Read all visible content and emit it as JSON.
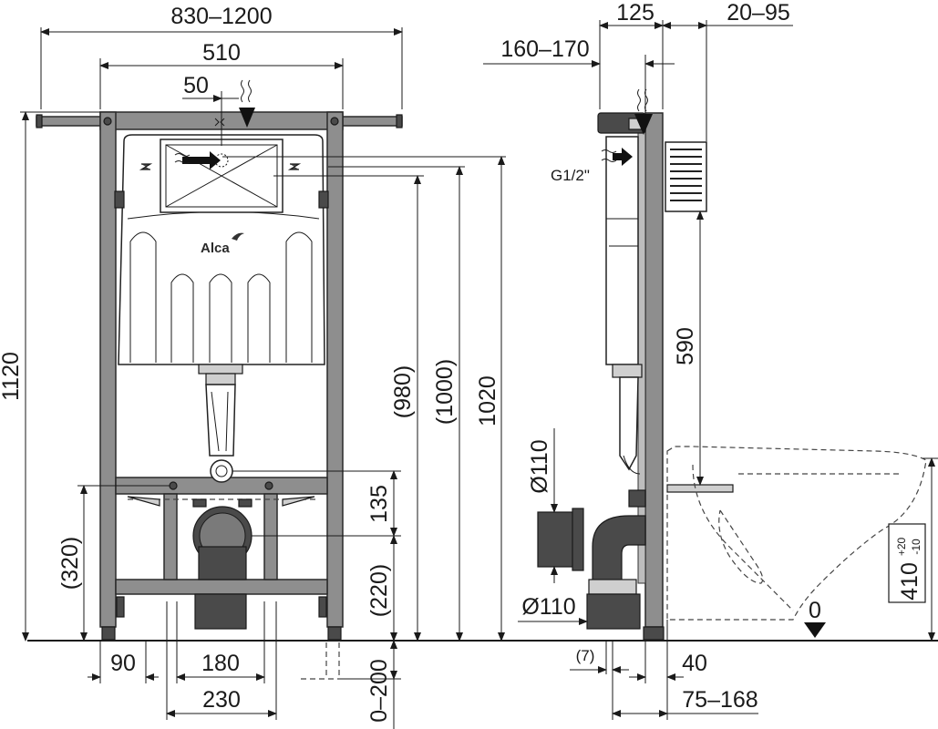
{
  "diagram": {
    "brand": "Alca",
    "front_view": {
      "width_range": "830–1200",
      "frame_width": "510",
      "inlet_offset": "50",
      "total_height": "1120",
      "height_980": "(980)",
      "height_1000": "(1000)",
      "height_1020": "1020",
      "height_135": "135",
      "height_220": "(220)",
      "height_320": "(320)",
      "foot_90": "90",
      "width_180": "180",
      "width_230": "230",
      "depth_0_200": "0–200"
    },
    "side_view": {
      "depth_125": "125",
      "depth_20_95": "20–95",
      "depth_160_170": "160–170",
      "thread": "G1/2\"",
      "height_590": "590",
      "pipe_dia_top": "Ø110",
      "pipe_dia_bottom": "Ø110",
      "offset_7": "(7)",
      "offset_40": "40",
      "offset_75_168": "75–168",
      "floor_level": "0",
      "height_410": "410",
      "tol_plus": "+20",
      "tol_minus": "-10"
    }
  }
}
